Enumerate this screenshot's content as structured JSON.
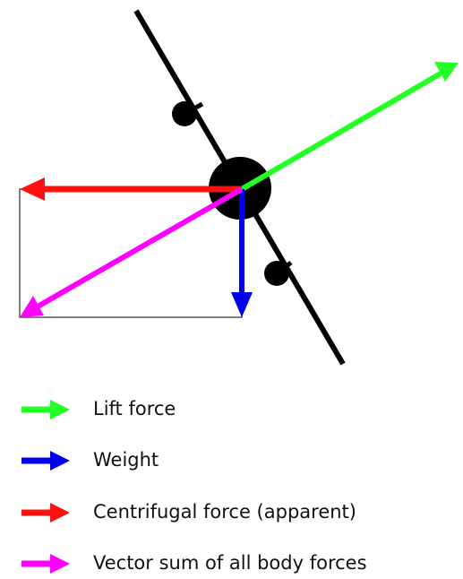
{
  "colors": {
    "lift": "#22ff22",
    "weight": "#0000ee",
    "centrifugal": "#ff1111",
    "vector_sum": "#ff00ff",
    "wing": "#000000",
    "box": "#555555"
  },
  "legend": {
    "items": [
      {
        "label": "Lift force",
        "color_key": "lift"
      },
      {
        "label": "Weight",
        "color_key": "weight"
      },
      {
        "label": "Centrifugal force (apparent)",
        "color_key": "centrifugal"
      },
      {
        "label": "Vector sum of all body forces",
        "color_key": "vector_sum"
      }
    ]
  }
}
